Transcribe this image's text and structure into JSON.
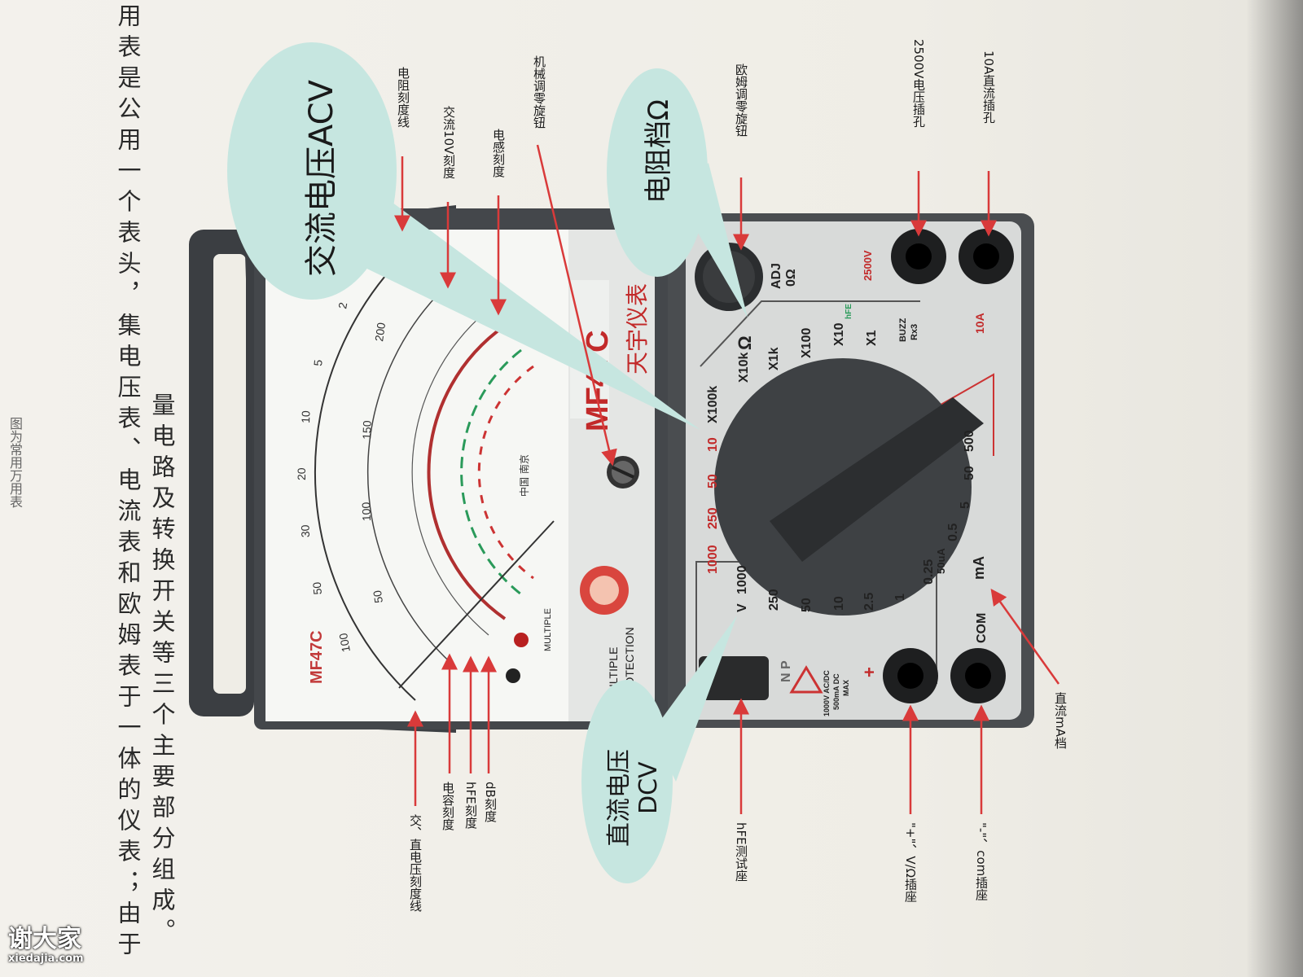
{
  "caption": "图为常用万用表",
  "body_lines": [
    "用表是公用一个表头，集电压表、电流表和欧姆表于一体的仪表；由于",
    "量电路及转换开关等三个主要部分组成。"
  ],
  "meter": {
    "model_on_dial": "MF47C",
    "model_on_panel": "MF47C",
    "brand_line": "天宇仪表",
    "protection_lines": [
      "MULTIPLE",
      "PROTECTION"
    ],
    "panel_multiple": "MULTIPLE",
    "made_in": "中国 南京",
    "adj_lines": [
      "ADJ",
      "0Ω"
    ],
    "ohm_ranges": [
      "X100k",
      "X10k",
      "X1k",
      "X100",
      "X10",
      "X1"
    ],
    "ohm_symbol": "Ω",
    "buzz_lines": [
      "BUZZ",
      "Rx3"
    ],
    "acv_ranges": [
      "10",
      "50",
      "250",
      "1000"
    ],
    "dcv_ranges": [
      "1000",
      "250",
      "50",
      "10",
      "2.5",
      "1",
      "0.25"
    ],
    "dcma_ranges": [
      "50uA",
      "0.5",
      "5",
      "50",
      "500"
    ],
    "ma_label": "mA",
    "v_label": "V",
    "amp10_label": "10A",
    "v2500_label": "2500V",
    "com_label": "COM",
    "plus_label": "+",
    "npn_label": "N P",
    "warning_lines": [
      "1000V AC/DC",
      "500mA DC",
      "MAX"
    ],
    "hfe_label": "hFE"
  },
  "bubbles": {
    "acv": "交流电压ACV",
    "ohm": "电阻档Ω",
    "dcv_line1": "直流电压",
    "dcv_line2": "DCV"
  },
  "labels": {
    "resistance_scale": "电阻刻度线",
    "acv10_scale": "交流10V刻度",
    "inductance_scale": "电感刻度",
    "mech_zero": "机械调零旋钮",
    "ohm_zero": "欧姆调零旋钮",
    "v2500_jack": "2500V电压插孔",
    "a10_jack": "10A直流插孔",
    "acdc_scale": "交、直电压刻度线",
    "cap_scale": "电容刻度",
    "hfe_scale": "hFE刻度",
    "db_scale": "dB刻度",
    "hfe_socket": "hFE测试座",
    "vohm_socket": "\"+\"、V/Ω插座",
    "com_socket": "\"-\"、com插座",
    "dc_ma": "直流mA档"
  },
  "watermark": {
    "name": "谢大家",
    "site": "xiedajia.com"
  },
  "colors": {
    "bubble": "#c6e6e0",
    "arrow": "#d93a3a",
    "panel": "#d8dad9",
    "body": "#4a4d50"
  }
}
